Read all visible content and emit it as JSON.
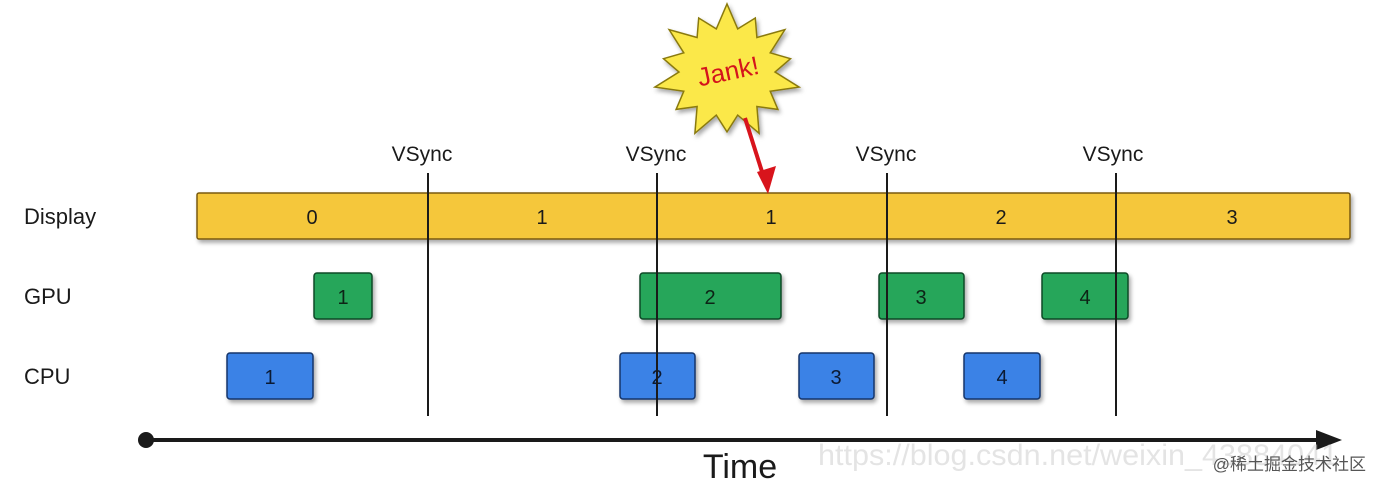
{
  "colors": {
    "display_fill": "#f5c73b",
    "display_stroke": "#7a5a10",
    "gpu_fill": "#25a65a",
    "gpu_stroke": "#0f4a28",
    "cpu_fill": "#3b82e6",
    "cpu_stroke": "#15356a",
    "jank_fill": "#fbe84a",
    "jank_text": "#d4141c",
    "arrow": "#d8141c",
    "line": "#1a1a1a"
  },
  "lane_labels": {
    "display": "Display",
    "gpu": "GPU",
    "cpu": "CPU"
  },
  "vsync_label": "VSync",
  "jank_label": "Jank!",
  "time_label": "Time",
  "display_frames": [
    "0",
    "1",
    "1",
    "2",
    "3"
  ],
  "gpu_blocks": [
    "1",
    "2",
    "3",
    "4"
  ],
  "cpu_blocks": [
    "1",
    "2",
    "3",
    "4"
  ],
  "watermark": {
    "url": "https://blog.csdn.net/weixin_43884041",
    "brand": "@稀土掘金技术社区"
  }
}
